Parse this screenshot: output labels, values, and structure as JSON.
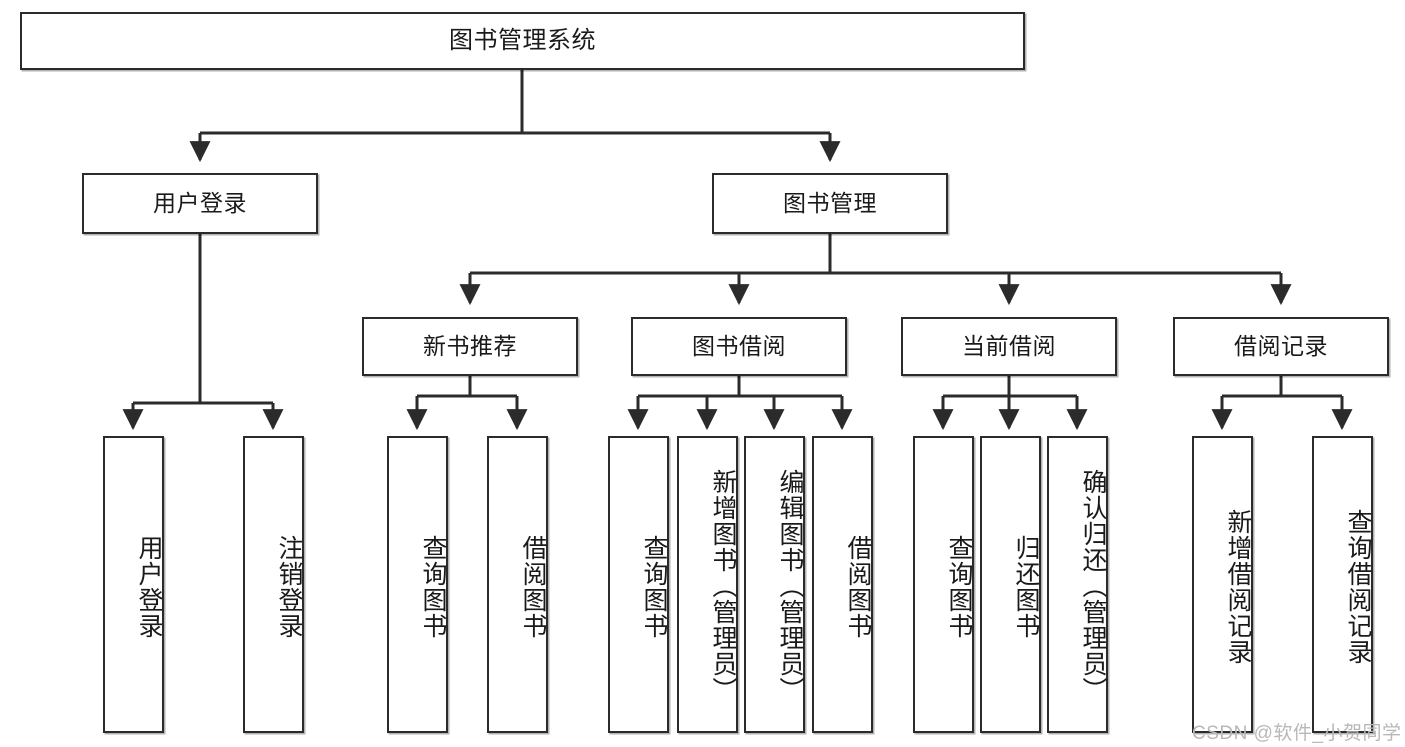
{
  "diagram": {
    "type": "hierarchy-tree",
    "title": "图书管理系统",
    "watermark": "CSDN @软件_小贺同学",
    "colors": {
      "border": "#2b2b2b",
      "background": "#ffffff",
      "text": "#1a1a1a",
      "watermark": "#b8b8b8"
    },
    "levels": {
      "root": {
        "label": "图书管理系统"
      },
      "level2": [
        {
          "label": "用户登录"
        },
        {
          "label": "图书管理"
        }
      ],
      "level3": [
        {
          "label": "新书推荐"
        },
        {
          "label": "图书借阅"
        },
        {
          "label": "当前借阅"
        },
        {
          "label": "借阅记录"
        }
      ],
      "leaves": {
        "user_login": [
          {
            "label": "用户登录"
          },
          {
            "label": "注销登录"
          }
        ],
        "new_book_recommend": [
          {
            "label": "查询图书"
          },
          {
            "label": "借阅图书"
          }
        ],
        "book_borrow": [
          {
            "label": "查询图书"
          },
          {
            "label": "新增图书（管理员）"
          },
          {
            "label": "编辑图书（管理员）"
          },
          {
            "label": "借阅图书"
          }
        ],
        "current_borrow": [
          {
            "label": "查询图书"
          },
          {
            "label": "归还图书"
          },
          {
            "label": "确认归还（管理员）"
          }
        ],
        "borrow_record": [
          {
            "label": "新增借阅记录"
          },
          {
            "label": "查询借阅记录"
          }
        ]
      }
    }
  }
}
